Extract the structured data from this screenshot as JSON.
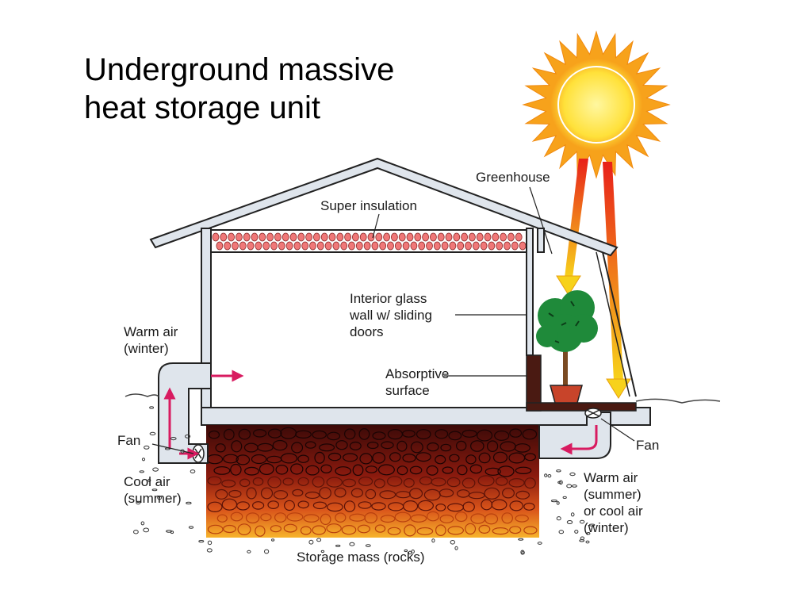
{
  "title": {
    "line1": "Underground massive",
    "line2": "heat storage unit"
  },
  "labels": {
    "greenhouse": "Greenhouse",
    "super_insulation": "Super insulation",
    "interior_glass_1": "Interior glass",
    "interior_glass_2": "wall w/ sliding",
    "interior_glass_3": "doors",
    "warm_air_winter_1": "Warm air",
    "warm_air_winter_2": "(winter)",
    "absorptive_1": "Absorptive",
    "absorptive_2": "surface",
    "fan_left": "Fan",
    "fan_right": "Fan",
    "cool_air_1": "Cool air",
    "cool_air_2": "(summer)",
    "warm_air_summer_1": "Warm air",
    "warm_air_summer_2": "(summer)",
    "warm_air_summer_3": "or cool air",
    "warm_air_summer_4": "(winter)",
    "storage_mass": "Storage mass (rocks)"
  },
  "colors": {
    "sun_outer": "#f7a21b",
    "sun_inner": "#fff34d",
    "sunbeam": "#f03a1a",
    "arrow_magenta": "#d81b60",
    "duct": "#dfe5ec",
    "insulation": "#f07878",
    "rock_dark": "#3c0a08",
    "rock_warm": "#f5a623",
    "absorber": "#4a1a12",
    "foliage": "#1f8a3a",
    "pot": "#c8442a"
  }
}
